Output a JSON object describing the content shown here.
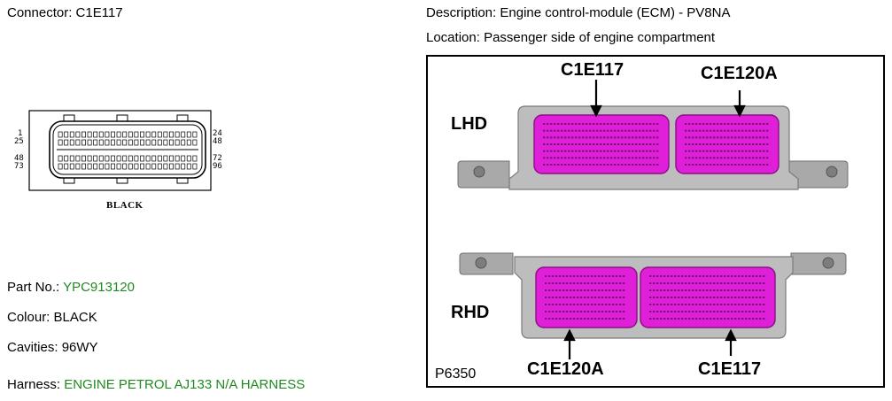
{
  "connector": {
    "label": "Connector:",
    "value": "C1E117",
    "color_label": "BLACK",
    "pin_labels": {
      "left_top_a": "1",
      "left_top_b": "25",
      "left_bot_a": "48",
      "left_bot_b": "73",
      "right_top_a": "24",
      "right_top_b": "48",
      "right_bot_a": "72",
      "right_bot_b": "96"
    }
  },
  "description": {
    "label": "Description:",
    "value": "Engine control-module (ECM) - PV8NA"
  },
  "location": {
    "label": "Location:",
    "value": "Passenger side of engine compartment"
  },
  "details": {
    "part_no_label": "Part No.:",
    "part_no_value": "YPC913120",
    "colour_label": "Colour:",
    "colour_value": "BLACK",
    "cavities_label": "Cavities:",
    "cavities_value": "96WY",
    "harness_label": "Harness:",
    "harness_value": "ENGINE PETROL AJ133 N/A HARNESS"
  },
  "figure": {
    "code": "P6350",
    "lhd_label": "LHD",
    "rhd_label": "RHD",
    "lhd_left_connector": "C1E117",
    "lhd_right_connector": "C1E120A",
    "rhd_left_connector": "C1E120A",
    "rhd_right_connector": "C1E117"
  },
  "colors": {
    "accent_green": "#1f8a1f",
    "connector_magenta": "#e020d8",
    "housing_gray": "#b9b9b9"
  }
}
